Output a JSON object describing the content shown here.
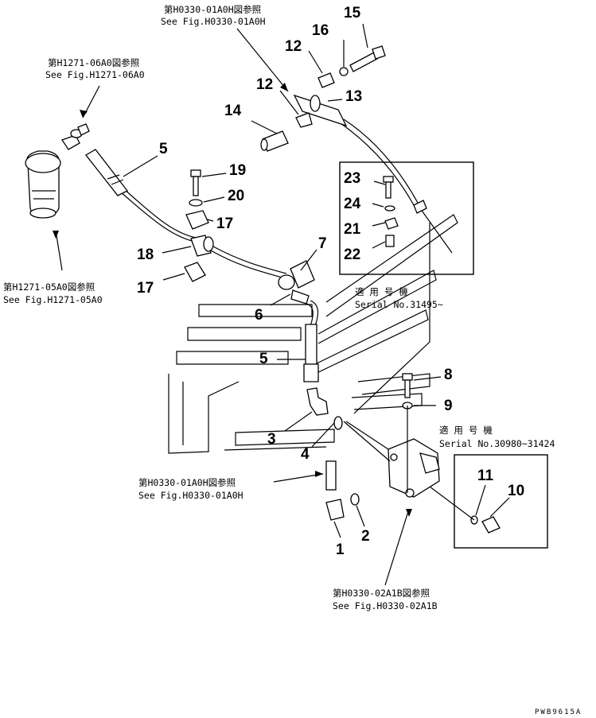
{
  "refs": {
    "r1": {
      "jp": "第H0330-01A0H図参照",
      "en": "See Fig.H0330-01A0H"
    },
    "r2": {
      "jp": "第H1271-06A0図参照",
      "en": "See Fig.H1271-06A0"
    },
    "r3": {
      "jp": "第H1271-05A0図参照",
      "en": "See Fig.H1271-05A0"
    },
    "r4": {
      "jp": "第H0330-01A0H図参照",
      "en": "See Fig.H0330-01A0H"
    },
    "r5": {
      "jp": "第H0330-02A1B図参照",
      "en": "See Fig.H0330-02A1B"
    }
  },
  "serials": {
    "s1": {
      "jp": "適 用 号 機",
      "en": "Serial No.31495~"
    },
    "s2": {
      "jp": "適 用 号 機",
      "en": "Serial No.30980~31424"
    }
  },
  "parts": {
    "p1": "1",
    "p2": "2",
    "p3": "3",
    "p4": "4",
    "p5a": "5",
    "p5b": "5",
    "p6": "6",
    "p7": "7",
    "p8": "8",
    "p9": "9",
    "p10": "10",
    "p11": "11",
    "p12a": "12",
    "p12b": "12",
    "p13": "13",
    "p14": "14",
    "p15": "15",
    "p16": "16",
    "p17a": "17",
    "p17b": "17",
    "p18": "18",
    "p19": "19",
    "p20": "20",
    "p21": "21",
    "p22": "22",
    "p23": "23",
    "p24": "24"
  },
  "drawing_code": "PWB9615A"
}
